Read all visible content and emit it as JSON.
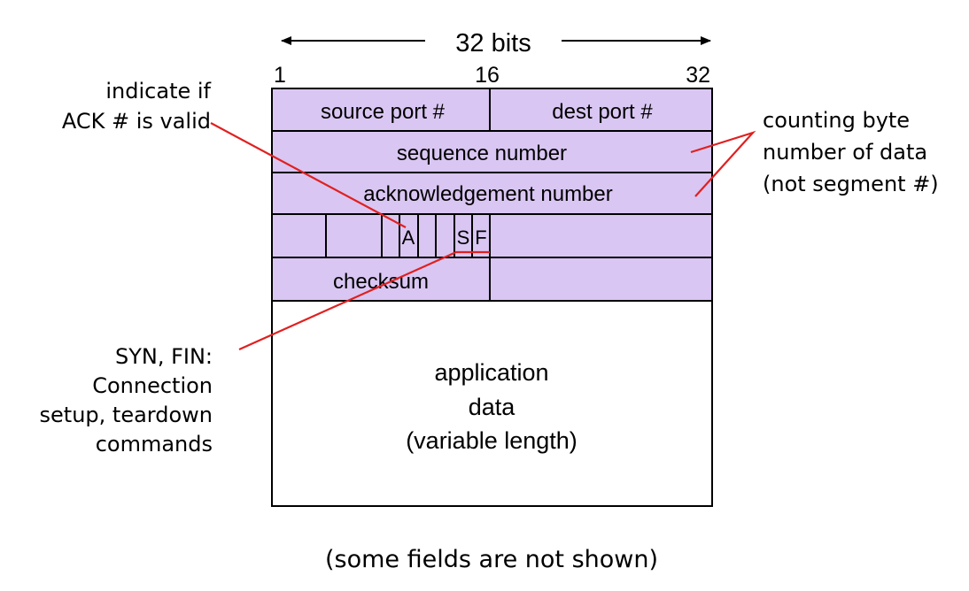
{
  "header": {
    "width_label": "32 bits",
    "bit_start": "1",
    "bit_mid": "16",
    "bit_end": "32"
  },
  "fields": {
    "source_port": "source port #",
    "dest_port": "dest port #",
    "sequence_number": "sequence number",
    "ack_number": "acknowledgement number",
    "flag_a": "A",
    "flag_s": "S",
    "flag_f": "F",
    "checksum": "checksum",
    "app_data_line1": "application",
    "app_data_line2": "data",
    "app_data_line3": "(variable length)"
  },
  "annotations": {
    "ack_note_line1": "indicate if",
    "ack_note_line2": "ACK # is valid",
    "count_note_line1": "counting byte",
    "count_note_line2": "number of data",
    "count_note_line3": "(not segment #)",
    "synfin_note_line1": "SYN, FIN:",
    "synfin_note_line2": "Connection",
    "synfin_note_line3": "setup, teardown",
    "synfin_note_line4": "commands"
  },
  "footer": {
    "note": "(some fields are not shown)"
  },
  "colors": {
    "header_fill": "#d9c6f2",
    "pointer": "#e02020"
  }
}
